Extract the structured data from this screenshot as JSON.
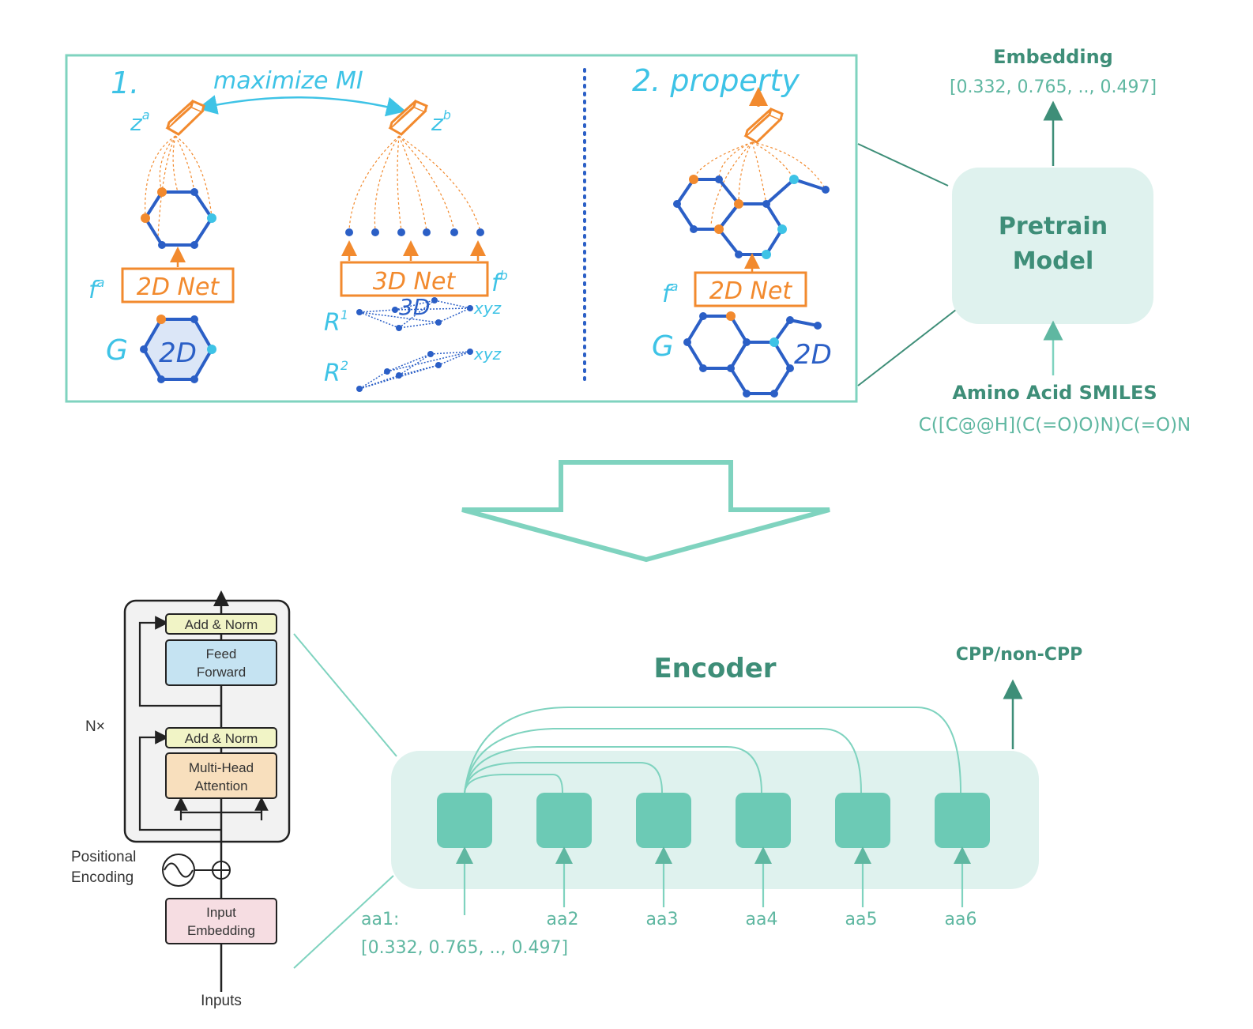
{
  "pretrain_panel": {
    "step1_number": "1.",
    "maximize_label": "maximize MI",
    "za_label": "z",
    "za_sup": "a",
    "zb_label": "z",
    "zb_sup": "b",
    "fa_label": "f",
    "fa_sup": "a",
    "fb_label": "f",
    "fb_sup": "b",
    "net2d_label": "2D Net",
    "net3d_label": "3D Net",
    "g_label": "G",
    "graph2d_label": "2D",
    "r1_label": "R",
    "r1_sup": "1",
    "r2_label": "R",
    "r2_sup": "2",
    "xyz_label": "xyz",
    "conf3d_label": "3D",
    "step2_label": "2. property",
    "net2d_label_right": "2D Net",
    "g_label_right": "G",
    "fa_label_right": "f",
    "fa_sup_right": "a",
    "graph2d_label_right": "2D"
  },
  "pretrain_model": {
    "box_line1": "Pretrain",
    "box_line2": "Model",
    "embedding_title": "Embedding",
    "embedding_value": "[0.332, 0.765, .., 0.497]",
    "input_title": "Amino Acid SMILES",
    "input_value": "C([C@@H](C(=O)O)N)C(=O)N"
  },
  "transformer": {
    "add_norm_top": "Add & Norm",
    "feed_forward_1": "Feed",
    "feed_forward_2": "Forward",
    "add_norm_bottom": "Add & Norm",
    "mha_1": "Multi-Head",
    "mha_2": "Attention",
    "nx_label": "N×",
    "pos_enc_1": "Positional",
    "pos_enc_2": "Encoding",
    "input_emb_1": "Input",
    "input_emb_2": "Embedding",
    "inputs_label": "Inputs"
  },
  "encoder": {
    "title": "Encoder",
    "output_label": "CPP/non-CPP",
    "token_labels": [
      "aa1:",
      "aa2",
      "aa3",
      "aa4",
      "aa5",
      "aa6"
    ],
    "aa1_embedding": "[0.332, 0.765, .., 0.497]"
  },
  "colors": {
    "teal": "#6ccab5",
    "teal_dark": "#3e8e78",
    "teal_light": "#dff2ee",
    "orange": "#f28a2e",
    "blue": "#2b5fc6",
    "cyan": "#3ec3e6"
  }
}
